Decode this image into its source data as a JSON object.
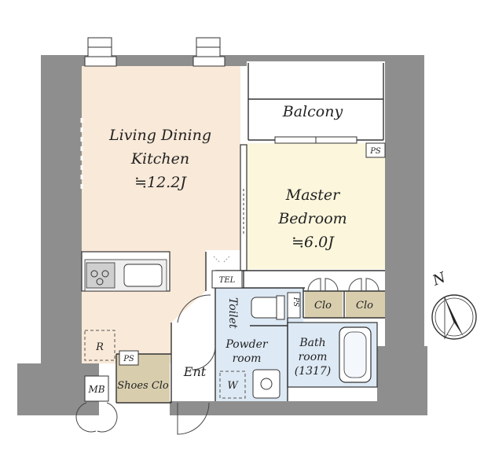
{
  "rooms": {
    "ldk": {
      "line1": "Living Dining",
      "line2": "Kitchen",
      "area": "≒12.2J"
    },
    "balcony": {
      "label": "Balcony"
    },
    "bedroom": {
      "line1": "Master",
      "line2": "Bedroom",
      "area": "≒6.0J"
    },
    "toilet": {
      "label": "Toilet"
    },
    "powder": {
      "line1": "Powder",
      "line2": "room"
    },
    "bath": {
      "line1": "Bath",
      "line2": "room",
      "line3": "(1317)"
    },
    "entrance": {
      "label": "Ent"
    },
    "shoes": {
      "label": "Shoes Clo"
    }
  },
  "closets": {
    "clo1": "Clo",
    "clo2": "Clo"
  },
  "marks": {
    "ps_balcony": "PS",
    "ps_toilet": "PS",
    "ps_shoes": "PS",
    "tel": "TEL",
    "refrigerator": "R",
    "washer": "W",
    "meter_box": "MB"
  },
  "compass": {
    "north": "N"
  },
  "colors": {
    "ldk_floor": "#f9e9d8",
    "bedroom_floor": "#fbf6dc",
    "wet_floor": "#dde9f4",
    "closet": "#d8ceae",
    "wall": "#8e8e8e"
  }
}
